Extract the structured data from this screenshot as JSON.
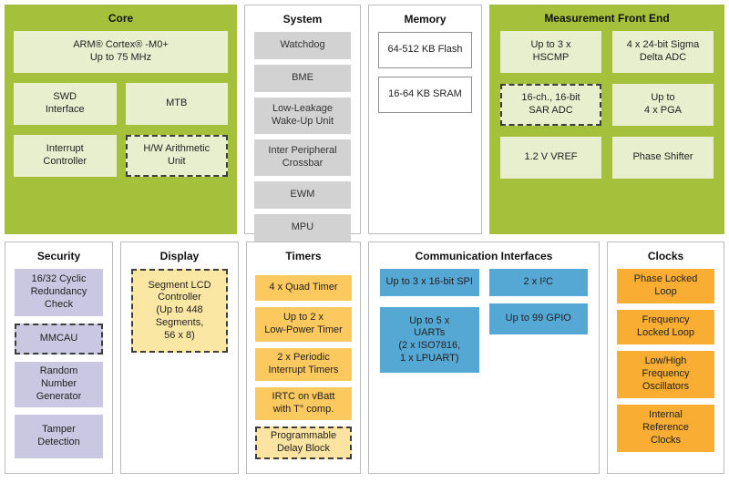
{
  "panels": {
    "core": {
      "title": "Core",
      "blocks": {
        "cpu": "ARM® Cortex® -M0+\nUp to 75 MHz",
        "swd": "SWD\nInterface",
        "mtb": "MTB",
        "interrupt": "Interrupt\nController",
        "hw_arithmetic": "H/W Arithmetic\nUnit"
      }
    },
    "system": {
      "title": "System",
      "items": [
        "Watchdog",
        "BME",
        "Low-Leakage\nWake-Up Unit",
        "Inter Peripheral\nCrossbar",
        "EWM",
        "MPU"
      ]
    },
    "memory": {
      "title": "Memory",
      "items": [
        "64-512 KB Flash",
        "16-64 KB SRAM"
      ]
    },
    "measurement_front_end": {
      "title": "Measurement Front End",
      "blocks": {
        "hscmp": "Up to 3 x\nHSCMP",
        "sigma_delta_adc": "4 x 24-bit Sigma\nDelta ADC",
        "sar_adc": "16-ch., 16-bit\nSAR ADC",
        "pga": "Up to\n4 x PGA",
        "vref": "1.2 V VREF",
        "phase_shifter": "Phase Shifter"
      }
    },
    "security": {
      "title": "Security",
      "items": [
        "16/32 Cyclic\nRedundancy\nCheck",
        "MMCAU",
        "Random\nNumber\nGenerator",
        "Tamper\nDetection"
      ]
    },
    "display": {
      "title": "Display",
      "lcd": "Segment LCD\nController\n(Up to 448\nSegments,\n56 x 8)"
    },
    "timers": {
      "title": "Timers",
      "items": [
        "4 x Quad Timer",
        "Up to 2 x\nLow-Power Timer",
        "2 x Periodic\nInterrupt Timers",
        "IRTC on vBatt\nwith T° comp.",
        "Programmable\nDelay Block"
      ]
    },
    "communication": {
      "title": "Communication Interfaces",
      "left": [
        "Up to 3 x 16-bit SPI",
        "Up to 5 x\nUARTs\n(2 x ISO7816,\n1 x LPUART)"
      ],
      "right": [
        "2 x I²C",
        "Up to 99 GPIO"
      ]
    },
    "clocks": {
      "title": "Clocks",
      "items": [
        "Phase Locked\nLoop",
        "Frequency\nLocked Loop",
        "Low/High\nFrequency\nOscillators",
        "Internal\nReference\nClocks"
      ]
    }
  },
  "colors": {
    "panel_green": "#a5c13c",
    "block_light_green": "#e7efce",
    "block_gray": "#d2d2d2",
    "block_lavender": "#c9c7e2",
    "block_yellow": "#fbe7a4",
    "block_amber": "#fcc95f",
    "block_orange": "#f9ad33",
    "block_blue": "#55a7d4"
  }
}
